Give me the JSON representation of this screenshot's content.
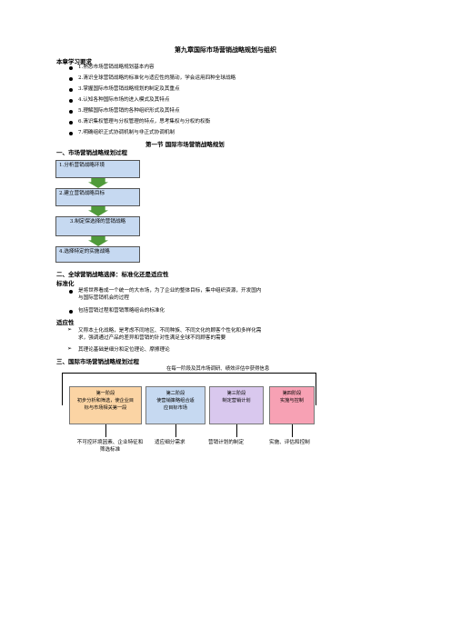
{
  "title": "第九章国际市场营销战略规划与组织",
  "objectives": {
    "heading": "本章学习要求",
    "items": [
      "1.熟悉市场营销战略规划基本内容",
      "2.清识全球营销战略的标准化与适应性的腈动，学会运用四种全球战略",
      "3.掌握国际市场营销战略规划的制定及其重点",
      "4.认知各种国际市场的进入模式及其特点",
      "5.理解国际市场营销的各种组织形式及其特点",
      "6.清识集权管理与分权管理的特点，思考集权与分权的权衡",
      "7.明确组织正式协调机制与非正式协调机制"
    ]
  },
  "section1": {
    "heading": "第一节 国际市场营销战略规划"
  },
  "part1": {
    "heading": "一、市场营销战略规划过程",
    "steps": [
      "1.分析营销战略环境",
      "2.建立营销战略目标",
      "3.制定保选择的营销战略",
      "4.选择特定的实施战略"
    ]
  },
  "part2": {
    "heading": "二、全球营销战略选择：标准化还是适应性",
    "std_heading": "标准化",
    "std_items": [
      "是将世界看成一个统一的大市场，为了企业的整体目标，集中组织资源，开发国内与国际营销机会的过程",
      "包括营销过程和营销策略组合的标准化"
    ],
    "std_wrapped": [
      "是将世界看成一个统一的大市场，为了企业的整体目标，集中组织资源，开发国内",
      "与国际营销机会的过程"
    ],
    "adapt_heading": "适应性",
    "adapt_items": [
      "又称本土化战略，是考虑不同地区、不同种族、不同文化的顾客个性化和多样化需求，强调通过产品的差异和营销的针对性满足全球不同顾客的需要",
      "其理论基础是细分和定位理论、摩擦理论"
    ],
    "adapt_wrapped": [
      "又称本土化战略，是考虑不同地区、不同种族、不同文化的顾客个性化和多样化需",
      "求，强调通过产品的差异和营销的针对性满足全球不同顾客的需要"
    ]
  },
  "part3": {
    "heading": "三、国际市场营销战略规划过程",
    "loop_label": "在每一阶段及其市场调研、绩效评估中获得信息",
    "stages": [
      {
        "name": "第一阶段",
        "desc": "初步分析和筛选，使企业目",
        "desc2": "标与市场相关第一段",
        "color": "#fbd4a4"
      },
      {
        "name": "第二阶段",
        "desc": "使营销策略组合适",
        "desc2": "应目标市场",
        "color": "#c6d9f1"
      },
      {
        "name": "第三阶段",
        "desc": "制定营销计划",
        "desc2": "",
        "color": "#d9c8ee"
      },
      {
        "name": "第四阶段",
        "desc": "实施与控制",
        "desc2": "",
        "color": "#f7a1b4"
      }
    ],
    "notes": [
      "不可控环境因素、企业特征和筛选标准",
      "适应细分需求",
      "营销计划的制定",
      "实施、评估和控制"
    ],
    "note1_wrapped": [
      "不可控环境因素、企业特征和",
      "筛选标准"
    ]
  }
}
